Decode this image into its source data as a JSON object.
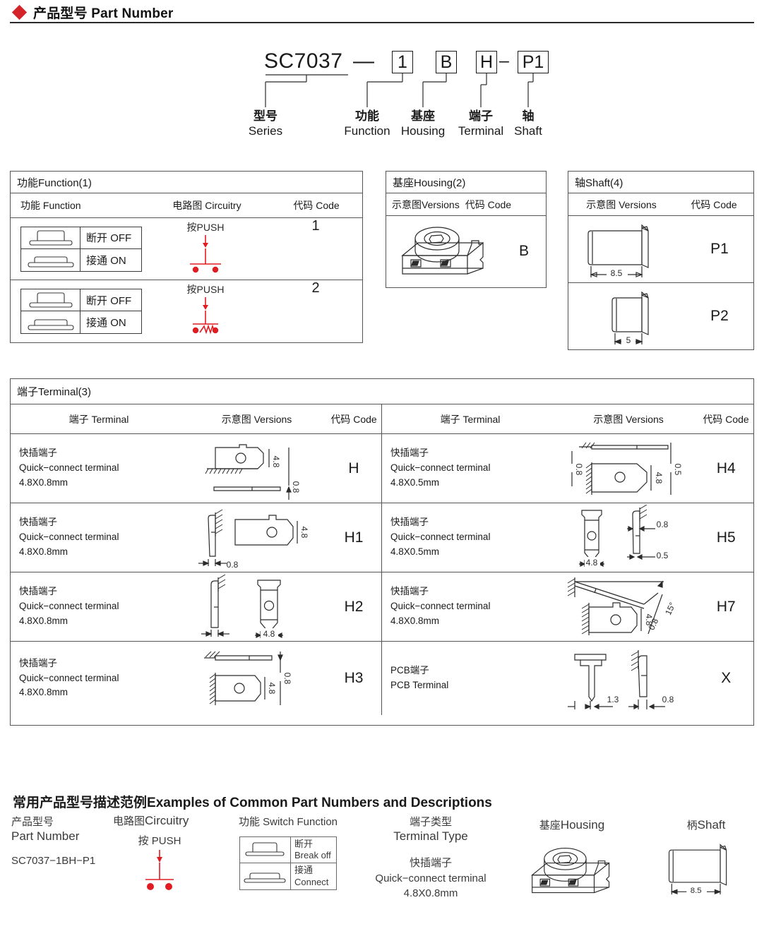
{
  "header": {
    "title_cn": "产品型号",
    "title_en": "Part Number",
    "bullet_icon": "diamond-icon",
    "accent_color": "#d5232a"
  },
  "part_number": {
    "series_code": "SC7037",
    "dash": "—",
    "hyphen": "–",
    "segments": [
      {
        "value": "1",
        "label_cn": "功能",
        "label_en": "Function"
      },
      {
        "value": "B",
        "label_cn": "基座",
        "label_en": "Housing"
      },
      {
        "value": "H",
        "label_cn": "端子",
        "label_en": "Terminal"
      },
      {
        "value": "P1",
        "label_cn": "轴",
        "label_en": "Shaft"
      }
    ],
    "series_label_cn": "型号",
    "series_label_en": "Series"
  },
  "function_table": {
    "title": "功能Function(1)",
    "columns": [
      {
        "cn": "功能",
        "en": "Function"
      },
      {
        "cn": "电路图",
        "en": "Circuitry"
      },
      {
        "cn": "代码",
        "en": "Code"
      }
    ],
    "rows": [
      {
        "states": [
          {
            "cn": "断开",
            "en": "OFF",
            "position": "up"
          },
          {
            "cn": "接通",
            "en": "ON",
            "position": "down"
          }
        ],
        "circuit_label": "按PUSH",
        "circuit_type": "normally-open",
        "code": "1"
      },
      {
        "states": [
          {
            "cn": "断开",
            "en": "OFF",
            "position": "up"
          },
          {
            "cn": "接通",
            "en": "ON",
            "position": "down"
          }
        ],
        "circuit_label": "按PUSH",
        "circuit_type": "normally-open-spring",
        "code": "2"
      }
    ]
  },
  "housing_table": {
    "title": "基座Housing(2)",
    "columns": [
      {
        "cn": "示意图",
        "en": "Versions"
      },
      {
        "cn": "代码",
        "en": "Code"
      }
    ],
    "rows": [
      {
        "figure": "housing-3d-drawing",
        "code": "B"
      }
    ]
  },
  "shaft_table": {
    "title": "轴Shaft(4)",
    "columns": [
      {
        "cn": "示意图",
        "en": "Versions"
      },
      {
        "cn": "代码",
        "en": "Code"
      }
    ],
    "rows": [
      {
        "figure": "shaft-drawing",
        "dimension": "8.5",
        "code": "P1"
      },
      {
        "figure": "shaft-drawing",
        "dimension": "5",
        "code": "P2"
      }
    ]
  },
  "terminal_table": {
    "title": "端子Terminal(3)",
    "columns": [
      {
        "cn": "端子",
        "en": "Terminal"
      },
      {
        "cn": "示意图",
        "en": "Versions"
      },
      {
        "cn": "代码",
        "en": "Code"
      }
    ],
    "rows": [
      {
        "left": {
          "desc_cn": "快插端子",
          "desc_en": "Quick−connect terminal",
          "size": "4.8X0.8mm",
          "code": "H",
          "dims": [
            "4.8",
            "0.8"
          ]
        },
        "right": {
          "desc_cn": "快插端子",
          "desc_en": "Quick−connect terminal",
          "size": "4.8X0.5mm",
          "code": "H4",
          "dims": [
            "0.8",
            "4.8",
            "0.5"
          ]
        }
      },
      {
        "left": {
          "desc_cn": "快插端子",
          "desc_en": "Quick−connect terminal",
          "size": "4.8X0.8mm",
          "code": "H1",
          "dims": [
            "0.8",
            "4.8"
          ]
        },
        "right": {
          "desc_cn": "快插端子",
          "desc_en": "Quick−connect terminal",
          "size": "4.8X0.5mm",
          "code": "H5",
          "dims": [
            "4.8",
            "0.8",
            "0.5"
          ]
        }
      },
      {
        "left": {
          "desc_cn": "快插端子",
          "desc_en": "Quick−connect terminal",
          "size": "4.8X0.8mm",
          "code": "H2",
          "dims": [
            "4.8"
          ]
        },
        "right": {
          "desc_cn": "快插端子",
          "desc_en": "Quick−connect terminal",
          "size": "4.8X0.8mm",
          "code": "H7",
          "dims": [
            "4.8",
            "0.8",
            "15°"
          ]
        }
      },
      {
        "left": {
          "desc_cn": "快插端子",
          "desc_en": "Quick−connect terminal",
          "size": "4.8X0.8mm",
          "code": "H3",
          "dims": [
            "0.8",
            "4.8"
          ]
        },
        "right": {
          "desc_cn": "PCB端子",
          "desc_en": "PCB Terminal",
          "size": "",
          "code": "X",
          "dims": [
            "1.3",
            "0.8"
          ]
        }
      }
    ]
  },
  "examples": {
    "title_cn": "常用产品型号描述范例",
    "title_en": "Examples of Common Part Numbers and Descriptions",
    "part_number": {
      "head_cn": "产品型号",
      "head_en": "Part Number",
      "value": "SC7037−1BH−P1"
    },
    "circuitry": {
      "head_cn": "电路图",
      "head_en": "Circuitry",
      "push_label": "按 PUSH"
    },
    "switch_function": {
      "head_cn": "功能",
      "head_en": "Switch Function",
      "states": [
        {
          "cn": "断开",
          "en": "Break off"
        },
        {
          "cn": "接通",
          "en": "Connect"
        }
      ]
    },
    "terminal_type": {
      "head_cn": "端子类型",
      "head_en": "Terminal Type",
      "value_cn": "快插端子",
      "value_en": "Quick−connect terminal",
      "value_size": "4.8X0.8mm"
    },
    "housing": {
      "head_cn": "基座",
      "head_en": "Housing"
    },
    "shaft": {
      "head_cn": "柄",
      "head_en": "Shaft",
      "dimension": "8.5"
    }
  }
}
